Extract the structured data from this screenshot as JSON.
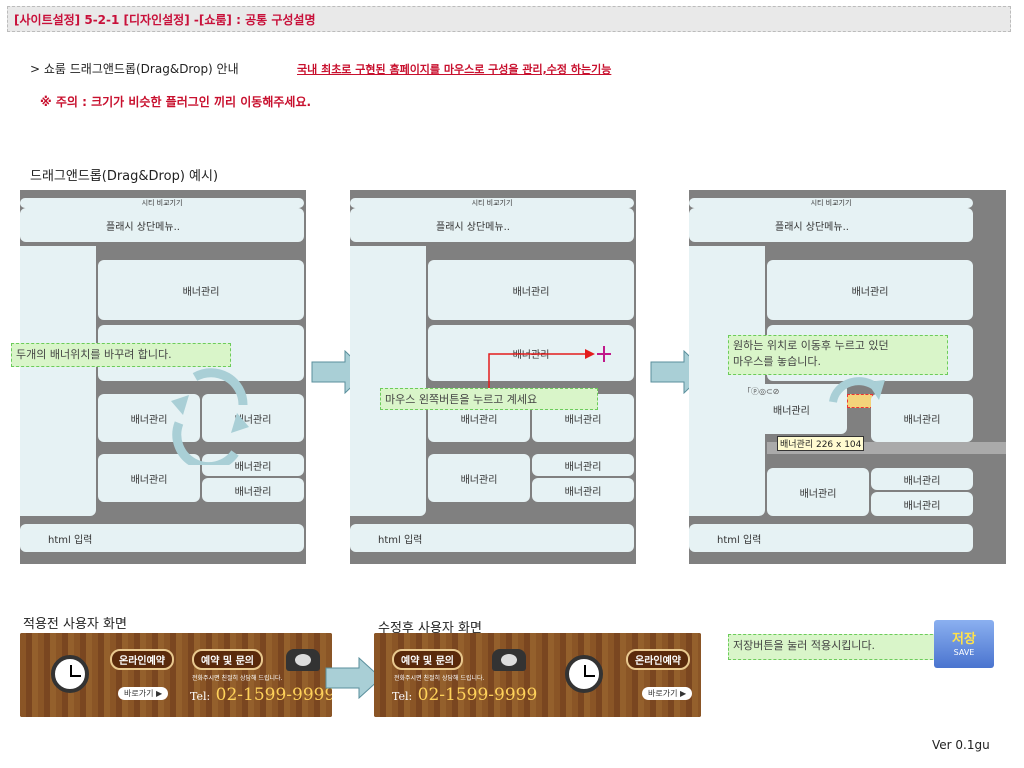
{
  "header": {
    "title": "[사이트설정] 5-2-1 [디자인설정] -[쇼룸] : 공통 구성설명"
  },
  "intro": {
    "text": "> 쇼룸 드래그앤드롭(Drag&Drop) 안내",
    "link": "국내 최초로 구현된 홈페이지를 마우스로 구성을 관리,수정 하는기능",
    "warning": "※ 주의 : 크기가  비슷한 플러그인  끼리 이동해주세요."
  },
  "example_title": "드래그앤드롭(Drag&Drop)  예시)",
  "panels": {
    "flash_menu": "플래시 상단메뉴..",
    "top_cut": "시티 비교기기",
    "banner_mgmt": "배너관리",
    "html_input": "html 입력",
    "note1": "두개의 배너위치를 바꾸려 합니다.",
    "note2": "마우스 왼쪽버튼을 누르고 계세요",
    "note3_line1": "원하는 위치로 이동후 누르고 있던",
    "note3_line2": "마우스를 놓습니다.",
    "size_tag": "배너관리 226 x 104",
    "drag_icons": "「ⓟ◎⊂⊘"
  },
  "captions": {
    "before": "적용전 사용자 화면",
    "after": "수정후 사용자 화면"
  },
  "banners": {
    "online_booking": "온라인예약",
    "booking_inquiry": "예약 및 문의",
    "go_button": "바로가기 ▶",
    "tel_label": "Tel:",
    "tel_number": "02-1599-9999",
    "sub_text": "전화주시면 친절히 상담해 드립니다."
  },
  "save": {
    "note": "저장버튼을 눌러 적용시킵니다.",
    "button_label": "저장",
    "button_sub": "SAVE"
  },
  "version": "Ver 0.1gu",
  "colors": {
    "accent_red": "#c8102e",
    "note_green": "#d9f5c9",
    "panel_gray": "#808080",
    "block_bg": "#e6f2f4"
  }
}
